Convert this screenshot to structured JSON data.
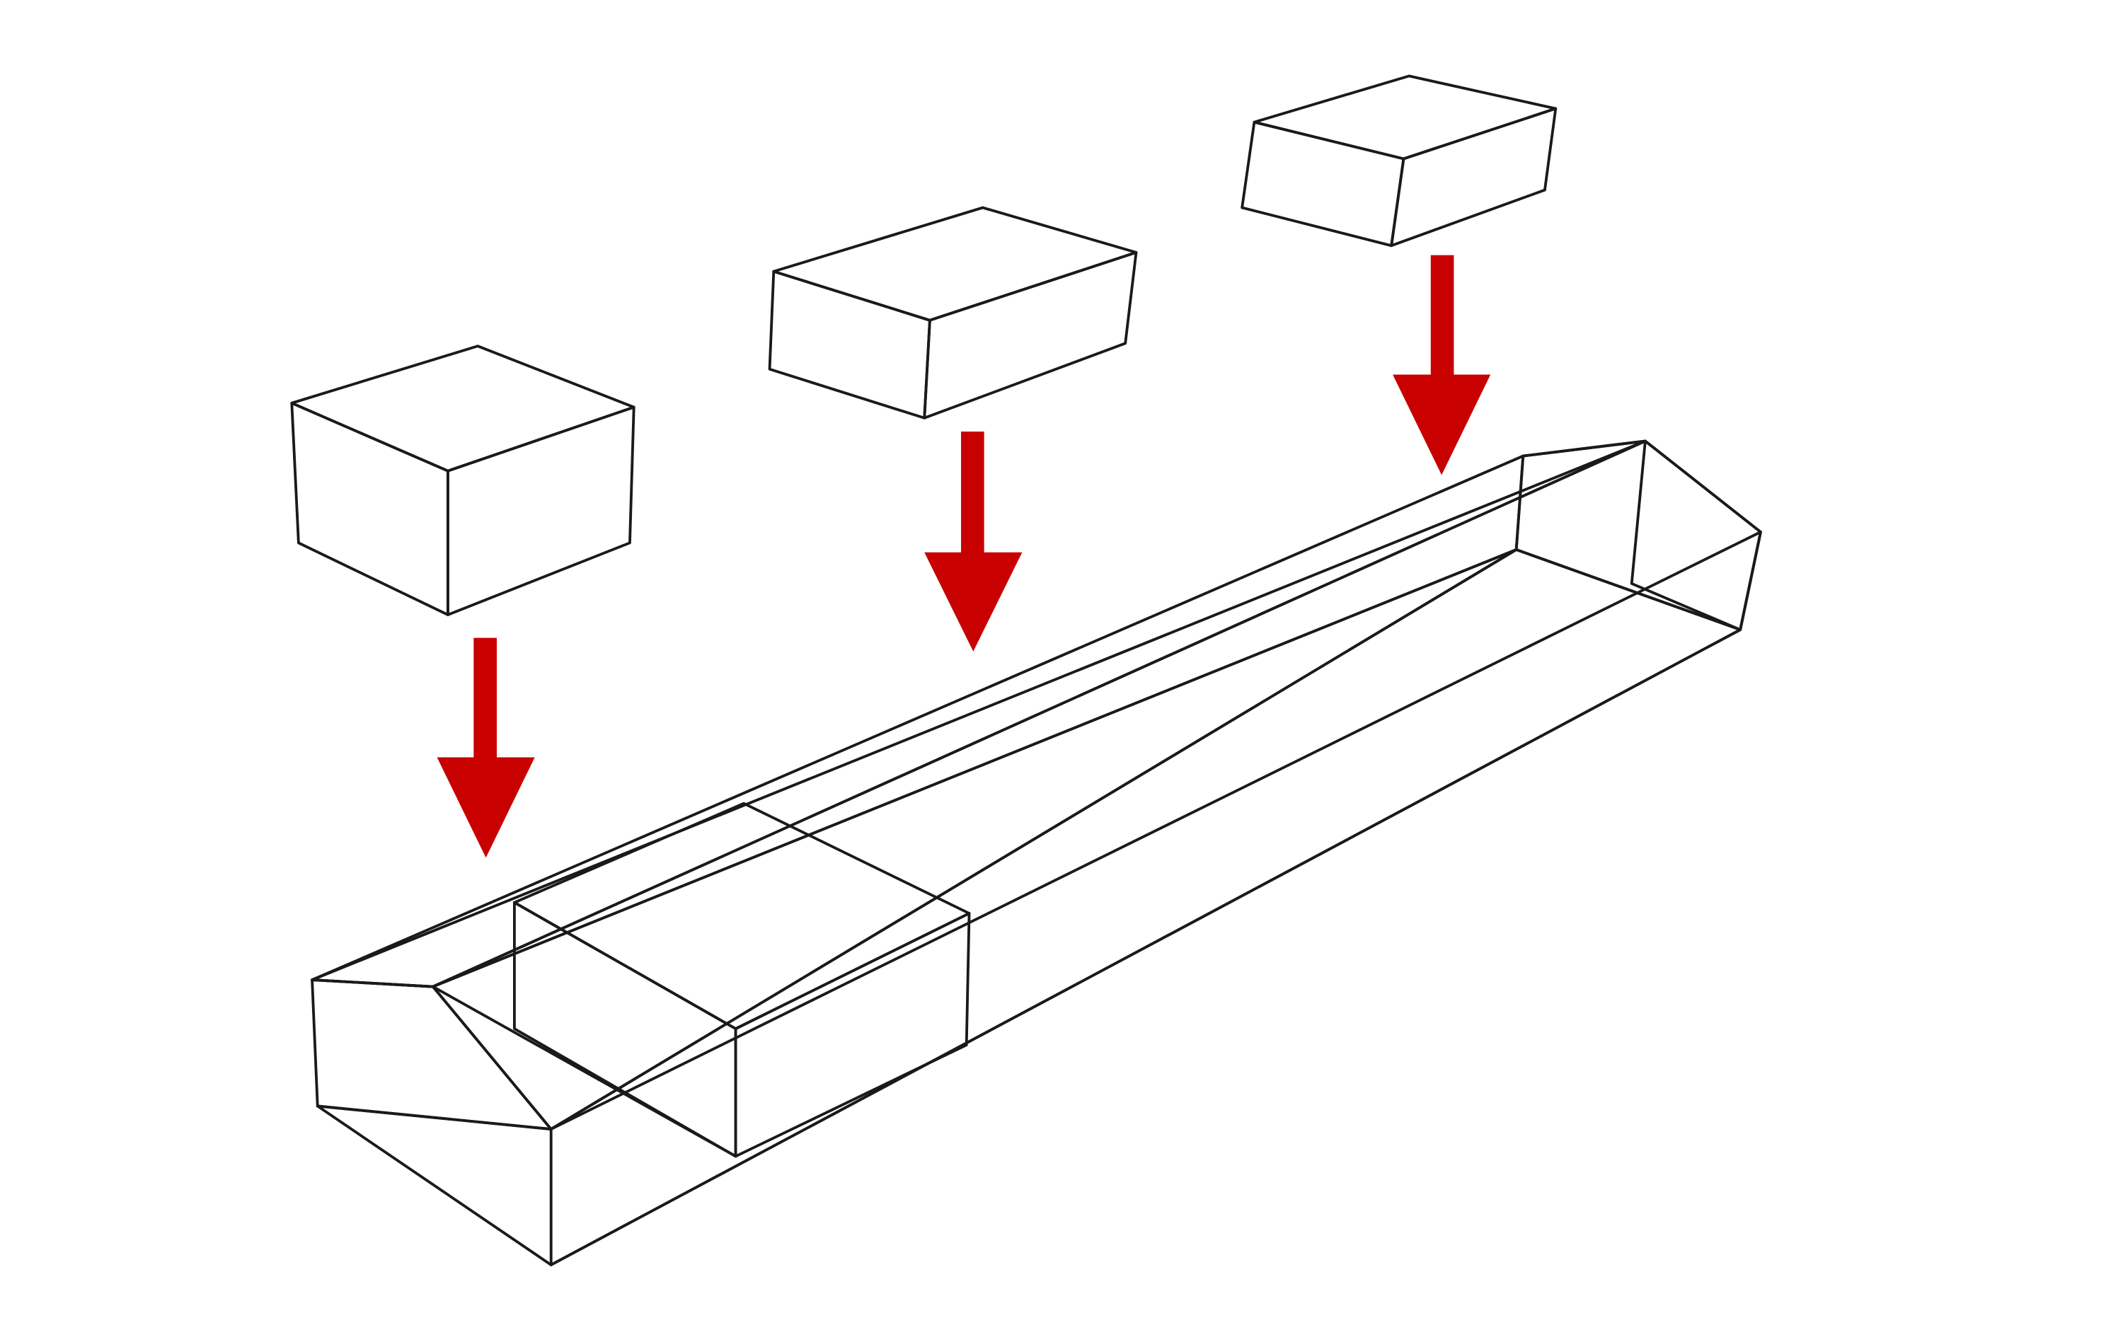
{
  "diagram": {
    "description_free": true,
    "colors": {
      "background": "#ffffff",
      "block_top": "#ffffff",
      "block_front": "#ffffff",
      "block_side": "#b1b1b1",
      "outline": "#1a1a1a",
      "arrow": "#c80000",
      "channel_dark": "#c5653a",
      "channel_top": "#d96a38",
      "channel_floor": "#e49b78",
      "channel_front": "#b08b78",
      "channel_end": "#a65c3a",
      "placed_top": "#f2a47c",
      "placed_front": "#e49b78",
      "placed_side": "#8a6552"
    },
    "blocks": [
      {
        "id": "block-left"
      },
      {
        "id": "block-middle"
      },
      {
        "id": "block-right"
      }
    ],
    "arrows": [
      {
        "id": "arrow-left",
        "icon": "arrow-down-icon"
      },
      {
        "id": "arrow-middle",
        "icon": "arrow-down-icon"
      },
      {
        "id": "arrow-right",
        "icon": "arrow-down-icon"
      }
    ],
    "placed_blocks_count": 1
  }
}
